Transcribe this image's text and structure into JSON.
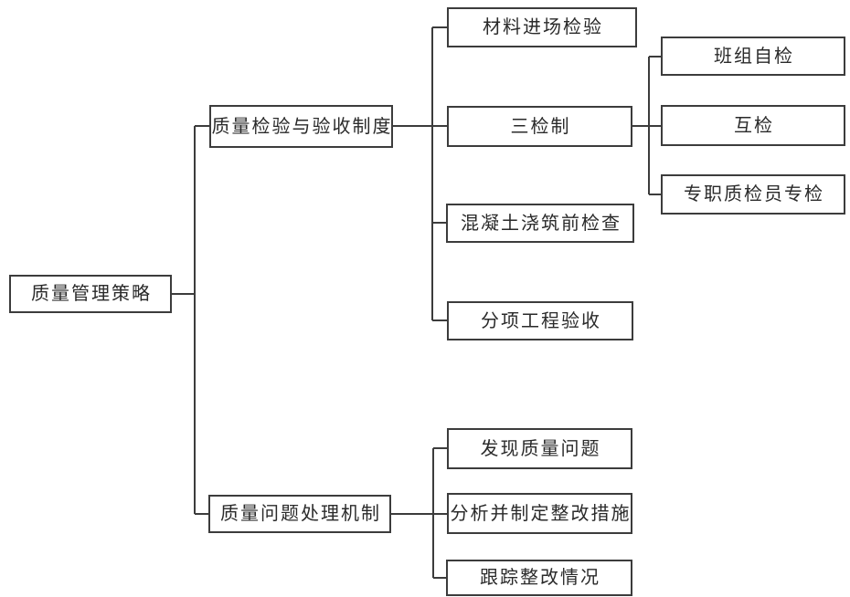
{
  "diagram": {
    "root": {
      "label": "质量管理策略"
    },
    "branches": [
      {
        "label": "质量检验与验收制度",
        "children": [
          {
            "label": "材料进场检验"
          },
          {
            "label": "三检制",
            "children": [
              {
                "label": "班组自检"
              },
              {
                "label": "互检"
              },
              {
                "label": "专职质检员专检"
              }
            ]
          },
          {
            "label": "混凝土浇筑前检查"
          },
          {
            "label": "分项工程验收"
          }
        ]
      },
      {
        "label": "质量问题处理机制",
        "children": [
          {
            "label": "发现质量问题"
          },
          {
            "label": "分析并制定整改措施"
          },
          {
            "label": "跟踪整改情况"
          }
        ]
      }
    ]
  },
  "colors": {
    "line": "#3c3c3c",
    "text": "#2a2a2a",
    "box_background": "#ffffff",
    "page_background": "#ffffff"
  }
}
